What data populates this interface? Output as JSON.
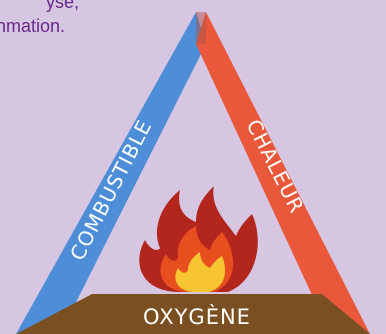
{
  "caption": {
    "line1": "yse,",
    "line2": "nmation."
  },
  "triangle": {
    "left_label": "COMBUSTIBLE",
    "right_label": "CHALEUR",
    "base_label": "OXYGÈNE",
    "colors": {
      "left": "#4e8ed8",
      "right": "#e9583a",
      "base": "#7a4f22",
      "flame_outer": "#b3261e",
      "flame_middle": "#e84f1f",
      "flame_inner": "#f7c531"
    }
  }
}
